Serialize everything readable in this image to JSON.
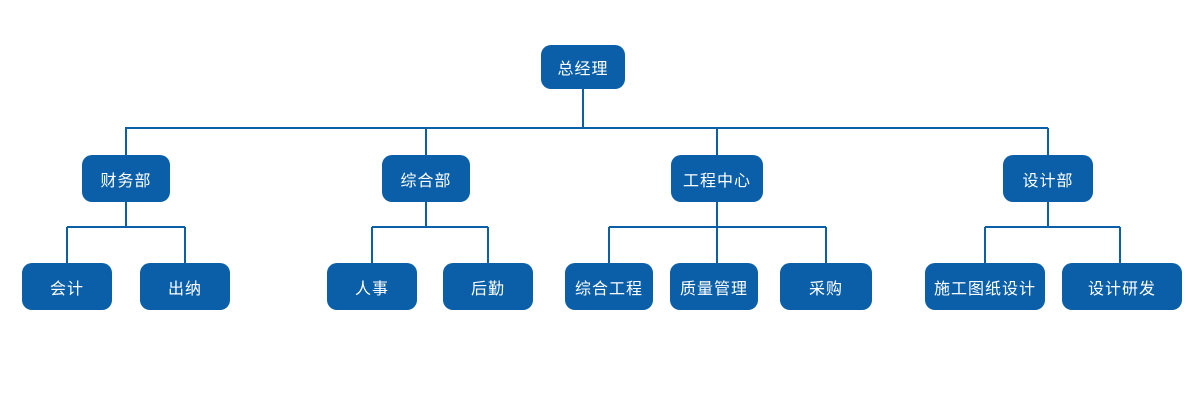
{
  "colors": {
    "node_fill": "#0a5fa8",
    "node_text": "#ffffff",
    "connector": "#0a5fa8",
    "background": "#ffffff"
  },
  "org_chart": {
    "root": {
      "label": "总经理"
    },
    "departments": [
      {
        "label": "财务部",
        "children": [
          {
            "label": "会计"
          },
          {
            "label": "出纳"
          }
        ]
      },
      {
        "label": "综合部",
        "children": [
          {
            "label": "人事"
          },
          {
            "label": "后勤"
          }
        ]
      },
      {
        "label": "工程中心",
        "children": [
          {
            "label": "综合工程"
          },
          {
            "label": "质量管理"
          },
          {
            "label": "采购"
          }
        ]
      },
      {
        "label": "设计部",
        "children": [
          {
            "label": "施工图纸设计"
          },
          {
            "label": "设计研发"
          }
        ]
      }
    ]
  }
}
